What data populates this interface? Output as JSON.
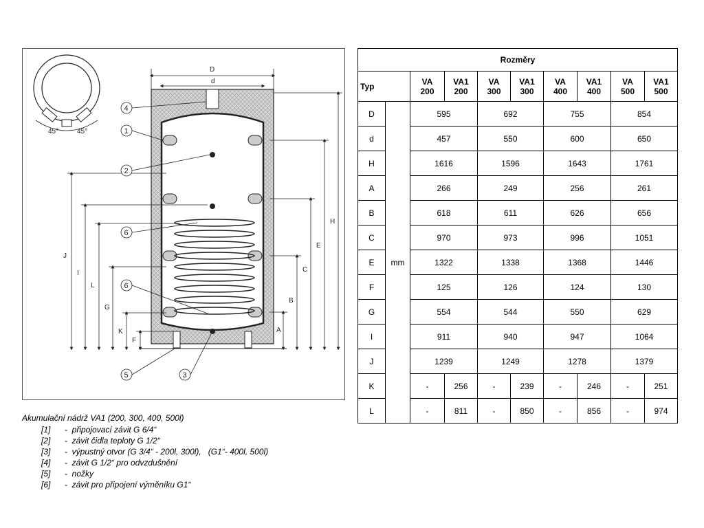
{
  "drawing": {
    "angle_labels": [
      "45°",
      "45°"
    ],
    "dim_letters": {
      "D": "D",
      "d": "d",
      "H": "H",
      "E": "E",
      "C": "C",
      "B": "B",
      "A": "A",
      "J": "J",
      "I": "I",
      "L": "L",
      "G": "G",
      "K": "K",
      "F": "F"
    },
    "callouts": [
      "4",
      "1",
      "2",
      "6",
      "6",
      "5",
      "3"
    ]
  },
  "table": {
    "title": "Rozměry",
    "typ_label": "Typ",
    "unit": "mm",
    "columns": [
      [
        "VA",
        "200"
      ],
      [
        "VA1",
        "200"
      ],
      [
        "VA",
        "300"
      ],
      [
        "VA1",
        "300"
      ],
      [
        "VA",
        "400"
      ],
      [
        "VA1",
        "400"
      ],
      [
        "VA",
        "500"
      ],
      [
        "VA1",
        "500"
      ]
    ],
    "rows": [
      {
        "label": "D",
        "values": [
          "595",
          "692",
          "755",
          "854"
        ]
      },
      {
        "label": "d",
        "values": [
          "457",
          "550",
          "600",
          "650"
        ]
      },
      {
        "label": "H",
        "values": [
          "1616",
          "1596",
          "1643",
          "1761"
        ]
      },
      {
        "label": "A",
        "values": [
          "266",
          "249",
          "256",
          "261"
        ]
      },
      {
        "label": "B",
        "values": [
          "618",
          "611",
          "626",
          "656"
        ]
      },
      {
        "label": "C",
        "values": [
          "970",
          "973",
          "996",
          "1051"
        ]
      },
      {
        "label": "E",
        "values": [
          "1322",
          "1338",
          "1368",
          "1446"
        ]
      },
      {
        "label": "F",
        "values": [
          "125",
          "126",
          "124",
          "130"
        ]
      },
      {
        "label": "G",
        "values": [
          "554",
          "544",
          "550",
          "629"
        ]
      },
      {
        "label": "I",
        "values": [
          "911",
          "940",
          "947",
          "1064"
        ]
      },
      {
        "label": "J",
        "values": [
          "1239",
          "1249",
          "1278",
          "1379"
        ]
      },
      {
        "label": "K",
        "values": [
          "-",
          "256",
          "-",
          "239",
          "-",
          "246",
          "-",
          "251"
        ]
      },
      {
        "label": "L",
        "values": [
          "-",
          "811",
          "-",
          "850",
          "-",
          "856",
          "-",
          "974"
        ]
      }
    ]
  },
  "caption": {
    "title": "Akumulační nádrž VA1 (200, 300, 400, 500l)",
    "items": [
      {
        "num": "[1]",
        "text": "-  připojovací závit G 6/4“"
      },
      {
        "num": "[2]",
        "text": "-  závit čidla teploty G 1/2“"
      },
      {
        "num": "[3]",
        "text": "-  výpustný otvor (G 3/4“ - 200l, 300l),   (G1“- 400l, 500l)"
      },
      {
        "num": "[4]",
        "text": "-  závit G 1/2“ pro odvzdušnění"
      },
      {
        "num": "[5]",
        "text": "-  nožky"
      },
      {
        "num": "[6]",
        "text": "-  závit pro připojení výměníku G1“"
      }
    ]
  }
}
